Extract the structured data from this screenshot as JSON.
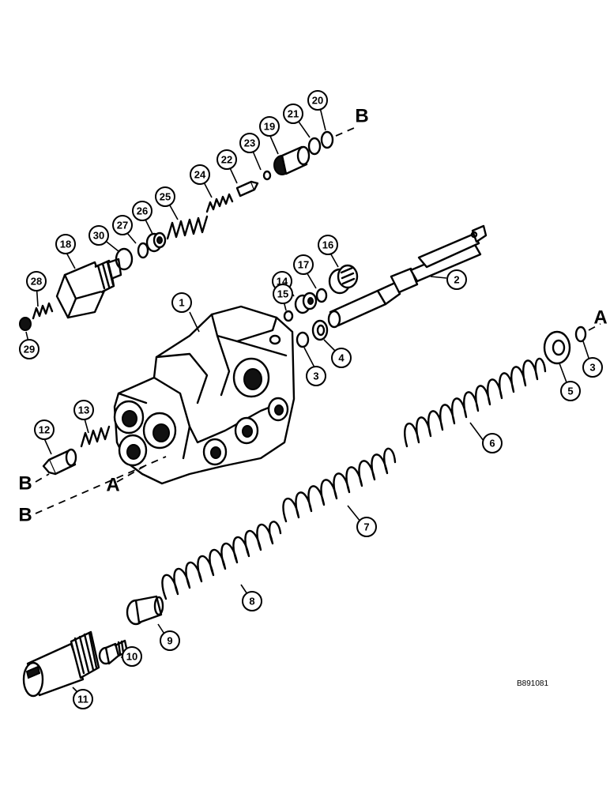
{
  "figure_id": "B891081",
  "reference_letters": {
    "a": "A",
    "b": "B"
  },
  "callouts": [
    {
      "id": "c1",
      "label": "1"
    },
    {
      "id": "c2",
      "label": "2"
    },
    {
      "id": "c3a",
      "label": "3"
    },
    {
      "id": "c3b",
      "label": "3"
    },
    {
      "id": "c4",
      "label": "4"
    },
    {
      "id": "c5",
      "label": "5"
    },
    {
      "id": "c6",
      "label": "6"
    },
    {
      "id": "c7",
      "label": "7"
    },
    {
      "id": "c8",
      "label": "8"
    },
    {
      "id": "c9",
      "label": "9"
    },
    {
      "id": "c10",
      "label": "10"
    },
    {
      "id": "c11",
      "label": "11"
    },
    {
      "id": "c12",
      "label": "12"
    },
    {
      "id": "c13",
      "label": "13"
    },
    {
      "id": "c14",
      "label": "14"
    },
    {
      "id": "c15",
      "label": "15"
    },
    {
      "id": "c16",
      "label": "16"
    },
    {
      "id": "c17",
      "label": "17"
    },
    {
      "id": "c18",
      "label": "18"
    },
    {
      "id": "c19",
      "label": "19"
    },
    {
      "id": "c20",
      "label": "20"
    },
    {
      "id": "c21",
      "label": "21"
    },
    {
      "id": "c22",
      "label": "22"
    },
    {
      "id": "c23",
      "label": "23"
    },
    {
      "id": "c24",
      "label": "24"
    },
    {
      "id": "c25",
      "label": "25"
    },
    {
      "id": "c26",
      "label": "26"
    },
    {
      "id": "c27",
      "label": "27"
    },
    {
      "id": "c28",
      "label": "28"
    },
    {
      "id": "c29",
      "label": "29"
    },
    {
      "id": "c30",
      "label": "30"
    }
  ]
}
